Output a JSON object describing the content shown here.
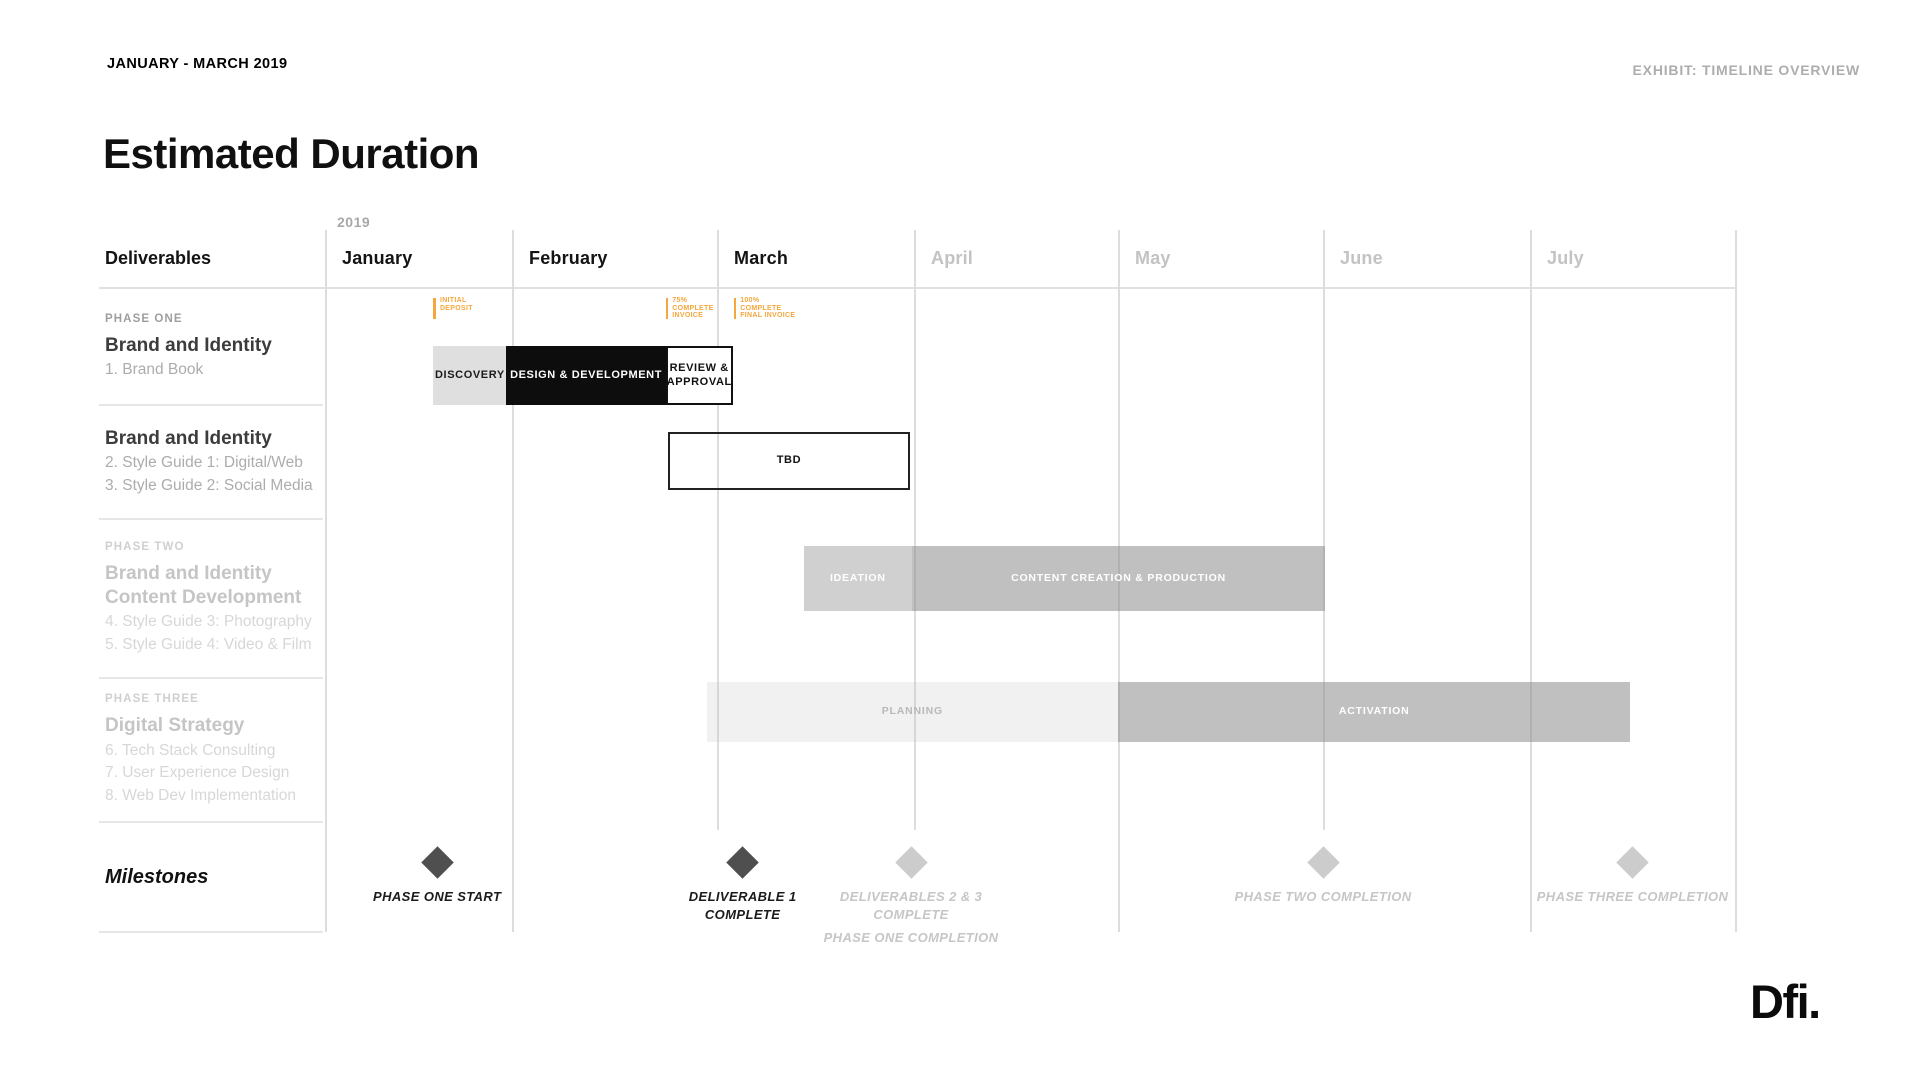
{
  "header": {
    "date_range": "JANUARY - MARCH 2019",
    "exhibit_label": "EXHIBIT: TIMELINE OVERVIEW",
    "title": "Estimated Duration"
  },
  "axis": {
    "year_label": "2019",
    "deliverables_label": "Deliverables",
    "months": [
      {
        "label": "January",
        "active": true
      },
      {
        "label": "February",
        "active": true
      },
      {
        "label": "March",
        "active": true
      },
      {
        "label": "April",
        "active": false
      },
      {
        "label": "May",
        "active": false
      },
      {
        "label": "June",
        "active": false
      },
      {
        "label": "July",
        "active": false
      }
    ]
  },
  "sections": [
    {
      "phase": "PHASE ONE",
      "title_lines": [
        "Brand and Identity"
      ],
      "items": [
        "1. Brand Book"
      ],
      "dimmed": false
    },
    {
      "phase": "",
      "title_lines": [
        "Brand and Identity"
      ],
      "items": [
        "2. Style Guide 1: Digital/Web",
        "3. Style Guide 2: Social Media"
      ],
      "dimmed": false
    },
    {
      "phase": "PHASE TWO",
      "title_lines": [
        "Brand and Identity",
        "Content Development"
      ],
      "items": [
        "4. Style Guide 3: Photography",
        "5. Style Guide 4: Video & Film"
      ],
      "dimmed": true
    },
    {
      "phase": "PHASE THREE",
      "title_lines": [
        "Digital Strategy"
      ],
      "items": [
        "6. Tech Stack Consulting",
        "7. User Experience Design",
        "8. Web Dev Implementation"
      ],
      "dimmed": true
    }
  ],
  "milestones_row_label": "Milestones",
  "footer": {
    "logo_text": "Dfi."
  },
  "colors": {
    "accent_orange": "#F5A63C",
    "task_black": "#0D0D0D",
    "task_light_gray": "#DFDFDF",
    "task_mid_gray": "#BFBFBF",
    "task_faint_gray": "#F6F6F6",
    "milestone_active": "#4F4F4F",
    "milestone_dim": "#CCCCCC"
  },
  "chart_data": {
    "type": "bar",
    "subtype": "gantt-timeline",
    "title": "Estimated Duration",
    "x_unit": "months (0 = start of January 2019)",
    "x_range": [
      0,
      7
    ],
    "x_tick_labels": [
      "January",
      "February",
      "March",
      "April",
      "May",
      "June",
      "July"
    ],
    "tasks": [
      {
        "phase": "Phase One",
        "deliverable": "1. Brand Book",
        "label": "DISCOVERY",
        "start": 0.58,
        "end": 0.97,
        "row": "r1",
        "style": "light"
      },
      {
        "phase": "Phase One",
        "deliverable": "1. Brand Book",
        "label": "DESIGN & DEVELOPMENT",
        "start": 0.97,
        "end": 1.75,
        "row": "r1",
        "style": "solid"
      },
      {
        "phase": "Phase One",
        "deliverable": "1. Brand Book",
        "label": "REVIEW & APPROVAL",
        "start": 1.75,
        "end": 2.08,
        "row": "r1",
        "style": "outline"
      },
      {
        "phase": "Phase One",
        "deliverable": "2-3. Style Guides 1 & 2",
        "label": "TBD",
        "start": 1.76,
        "end": 2.98,
        "row": "r2",
        "style": "outline-thin"
      },
      {
        "phase": "Phase Two",
        "deliverable": "4-5. Style Guides 3 & 4",
        "label": "IDEATION",
        "start": 2.44,
        "end": 2.99,
        "row": "r3",
        "style": "mid-light"
      },
      {
        "phase": "Phase Two",
        "deliverable": "4-5. Style Guides 3 & 4",
        "label": "CONTENT CREATION & PRODUCTION",
        "start": 2.99,
        "end": 5.01,
        "row": "r3",
        "style": "mid"
      },
      {
        "phase": "Phase Three",
        "deliverable": "6-8. Digital Strategy",
        "label": "PLANNING",
        "start": 1.95,
        "end": 4.0,
        "row": "r4",
        "style": "faint"
      },
      {
        "phase": "Phase Three",
        "deliverable": "6-8. Digital Strategy",
        "label": "ACTIVATION",
        "start": 4.0,
        "end": 6.49,
        "row": "r4",
        "style": "mid"
      }
    ],
    "payment_markers": [
      {
        "x": 0.58,
        "lines": [
          "INITIAL",
          "DEPOSIT"
        ]
      },
      {
        "x": 1.75,
        "lines": [
          "75%",
          "COMPLETE",
          "INVOICE"
        ]
      },
      {
        "x": 2.085,
        "lines": [
          "100%",
          "COMPLETE",
          "FINAL INVOICE"
        ]
      }
    ],
    "milestones": [
      {
        "x": 0.6,
        "active": true,
        "lines": [
          "PHASE ONE START"
        ]
      },
      {
        "x": 2.13,
        "active": true,
        "lines": [
          "DELIVERABLE 1",
          "COMPLETE"
        ]
      },
      {
        "x": 2.985,
        "active": false,
        "lines": [
          "DELIVERABLES 2 & 3",
          "COMPLETE"
        ],
        "sub": "PHASE ONE COMPLETION"
      },
      {
        "x": 5.0,
        "active": false,
        "lines": [
          "PHASE TWO COMPLETION"
        ]
      },
      {
        "x": 6.5,
        "active": false,
        "lines": [
          "PHASE THREE COMPLETION"
        ]
      }
    ]
  }
}
